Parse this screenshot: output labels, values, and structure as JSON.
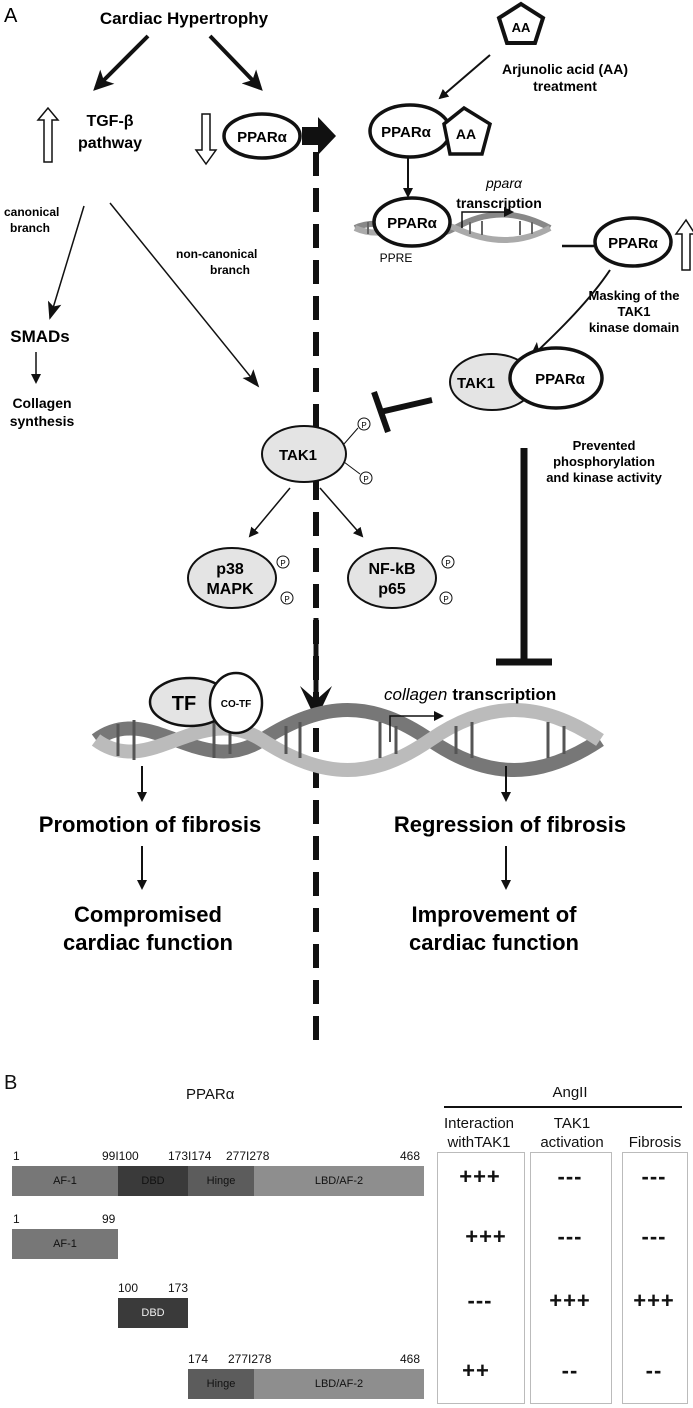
{
  "panel_a": {
    "label": "A",
    "cardiac_hypertrophy": "Cardiac Hypertrophy",
    "aa_icon": "AA",
    "aa_treatment_line1": "Arjunolic acid (AA)",
    "aa_treatment_line2": "treatment",
    "tgf_line1": "TGF-β",
    "tgf_line2": "pathway",
    "ppara_left": "PPARα",
    "ppara_aa_complex": "PPARα",
    "aa_in_complex": "AA",
    "ppara_dna": "PPARα",
    "ppara_gene": "pparα",
    "transcription_word": "transcription",
    "ppre": "PPRE",
    "ppara_up": "PPARα",
    "masking_line1": "Masking of the",
    "masking_line2": "TAK1",
    "masking_line3": "kinase domain",
    "canonical_line1": "canonical",
    "canonical_line2": "branch",
    "noncanonical_line1": "non-canonical",
    "noncanonical_line2": "branch",
    "smads": "SMADs",
    "collagen_synth_line1": "Collagen",
    "collagen_synth_line2": "synthesis",
    "tak1_complex": "TAK1",
    "ppara_complex": "PPARα",
    "tak1_center": "TAK1",
    "phospho": "P",
    "prevented_line1": "Prevented",
    "prevented_line2": "phosphorylation",
    "prevented_line3": "and kinase activity",
    "p38_line1": "p38",
    "p38_line2": "MAPK",
    "nfkb_line1": "NF-kB",
    "nfkb_line2": "p65",
    "tf": "TF",
    "cotf": "CO-TF",
    "collagen_word": "collagen",
    "collagen_transcription": "transcription",
    "promotion": "Promotion of fibrosis",
    "regression": "Regression of fibrosis",
    "compromised_line1": "Compromised",
    "compromised_line2": "cardiac function",
    "improvement_line1": "Improvement of",
    "improvement_line2": "cardiac function"
  },
  "panel_b": {
    "label": "B",
    "protein": "PPARα",
    "angii": "AngII",
    "columns": [
      {
        "line1": "Interaction",
        "line2": "withTAK1"
      },
      {
        "line1": "TAK1",
        "line2": "activation"
      },
      {
        "line1": "",
        "line2": "Fibrosis"
      }
    ],
    "constructs": [
      {
        "numbers": [
          "1",
          "99I100",
          "173I174",
          "277I278",
          "468"
        ],
        "segments": [
          "AF-1",
          "DBD",
          "Hinge",
          "LBD/AF-2"
        ],
        "interaction": "+++",
        "tak1_activation": "---",
        "fibrosis": "---"
      },
      {
        "numbers": [
          "1",
          "99"
        ],
        "segments": [
          "AF-1"
        ],
        "interaction": "+++",
        "tak1_activation": "---",
        "fibrosis": "---"
      },
      {
        "numbers": [
          "100",
          "173"
        ],
        "segments": [
          "DBD"
        ],
        "interaction": "---",
        "tak1_activation": "+++",
        "fibrosis": "+++"
      },
      {
        "numbers": [
          "174",
          "277I278",
          "468"
        ],
        "segments": [
          "Hinge",
          "LBD/AF-2"
        ],
        "interaction": "++",
        "tak1_activation": "--",
        "fibrosis": "--"
      }
    ]
  },
  "colors": {
    "af1": "#777777",
    "dbd": "#3a3a3a",
    "hinge": "#5c5c5c",
    "lbd": "#8e8e8e",
    "ellipse_fill": "#e4e4e4"
  }
}
